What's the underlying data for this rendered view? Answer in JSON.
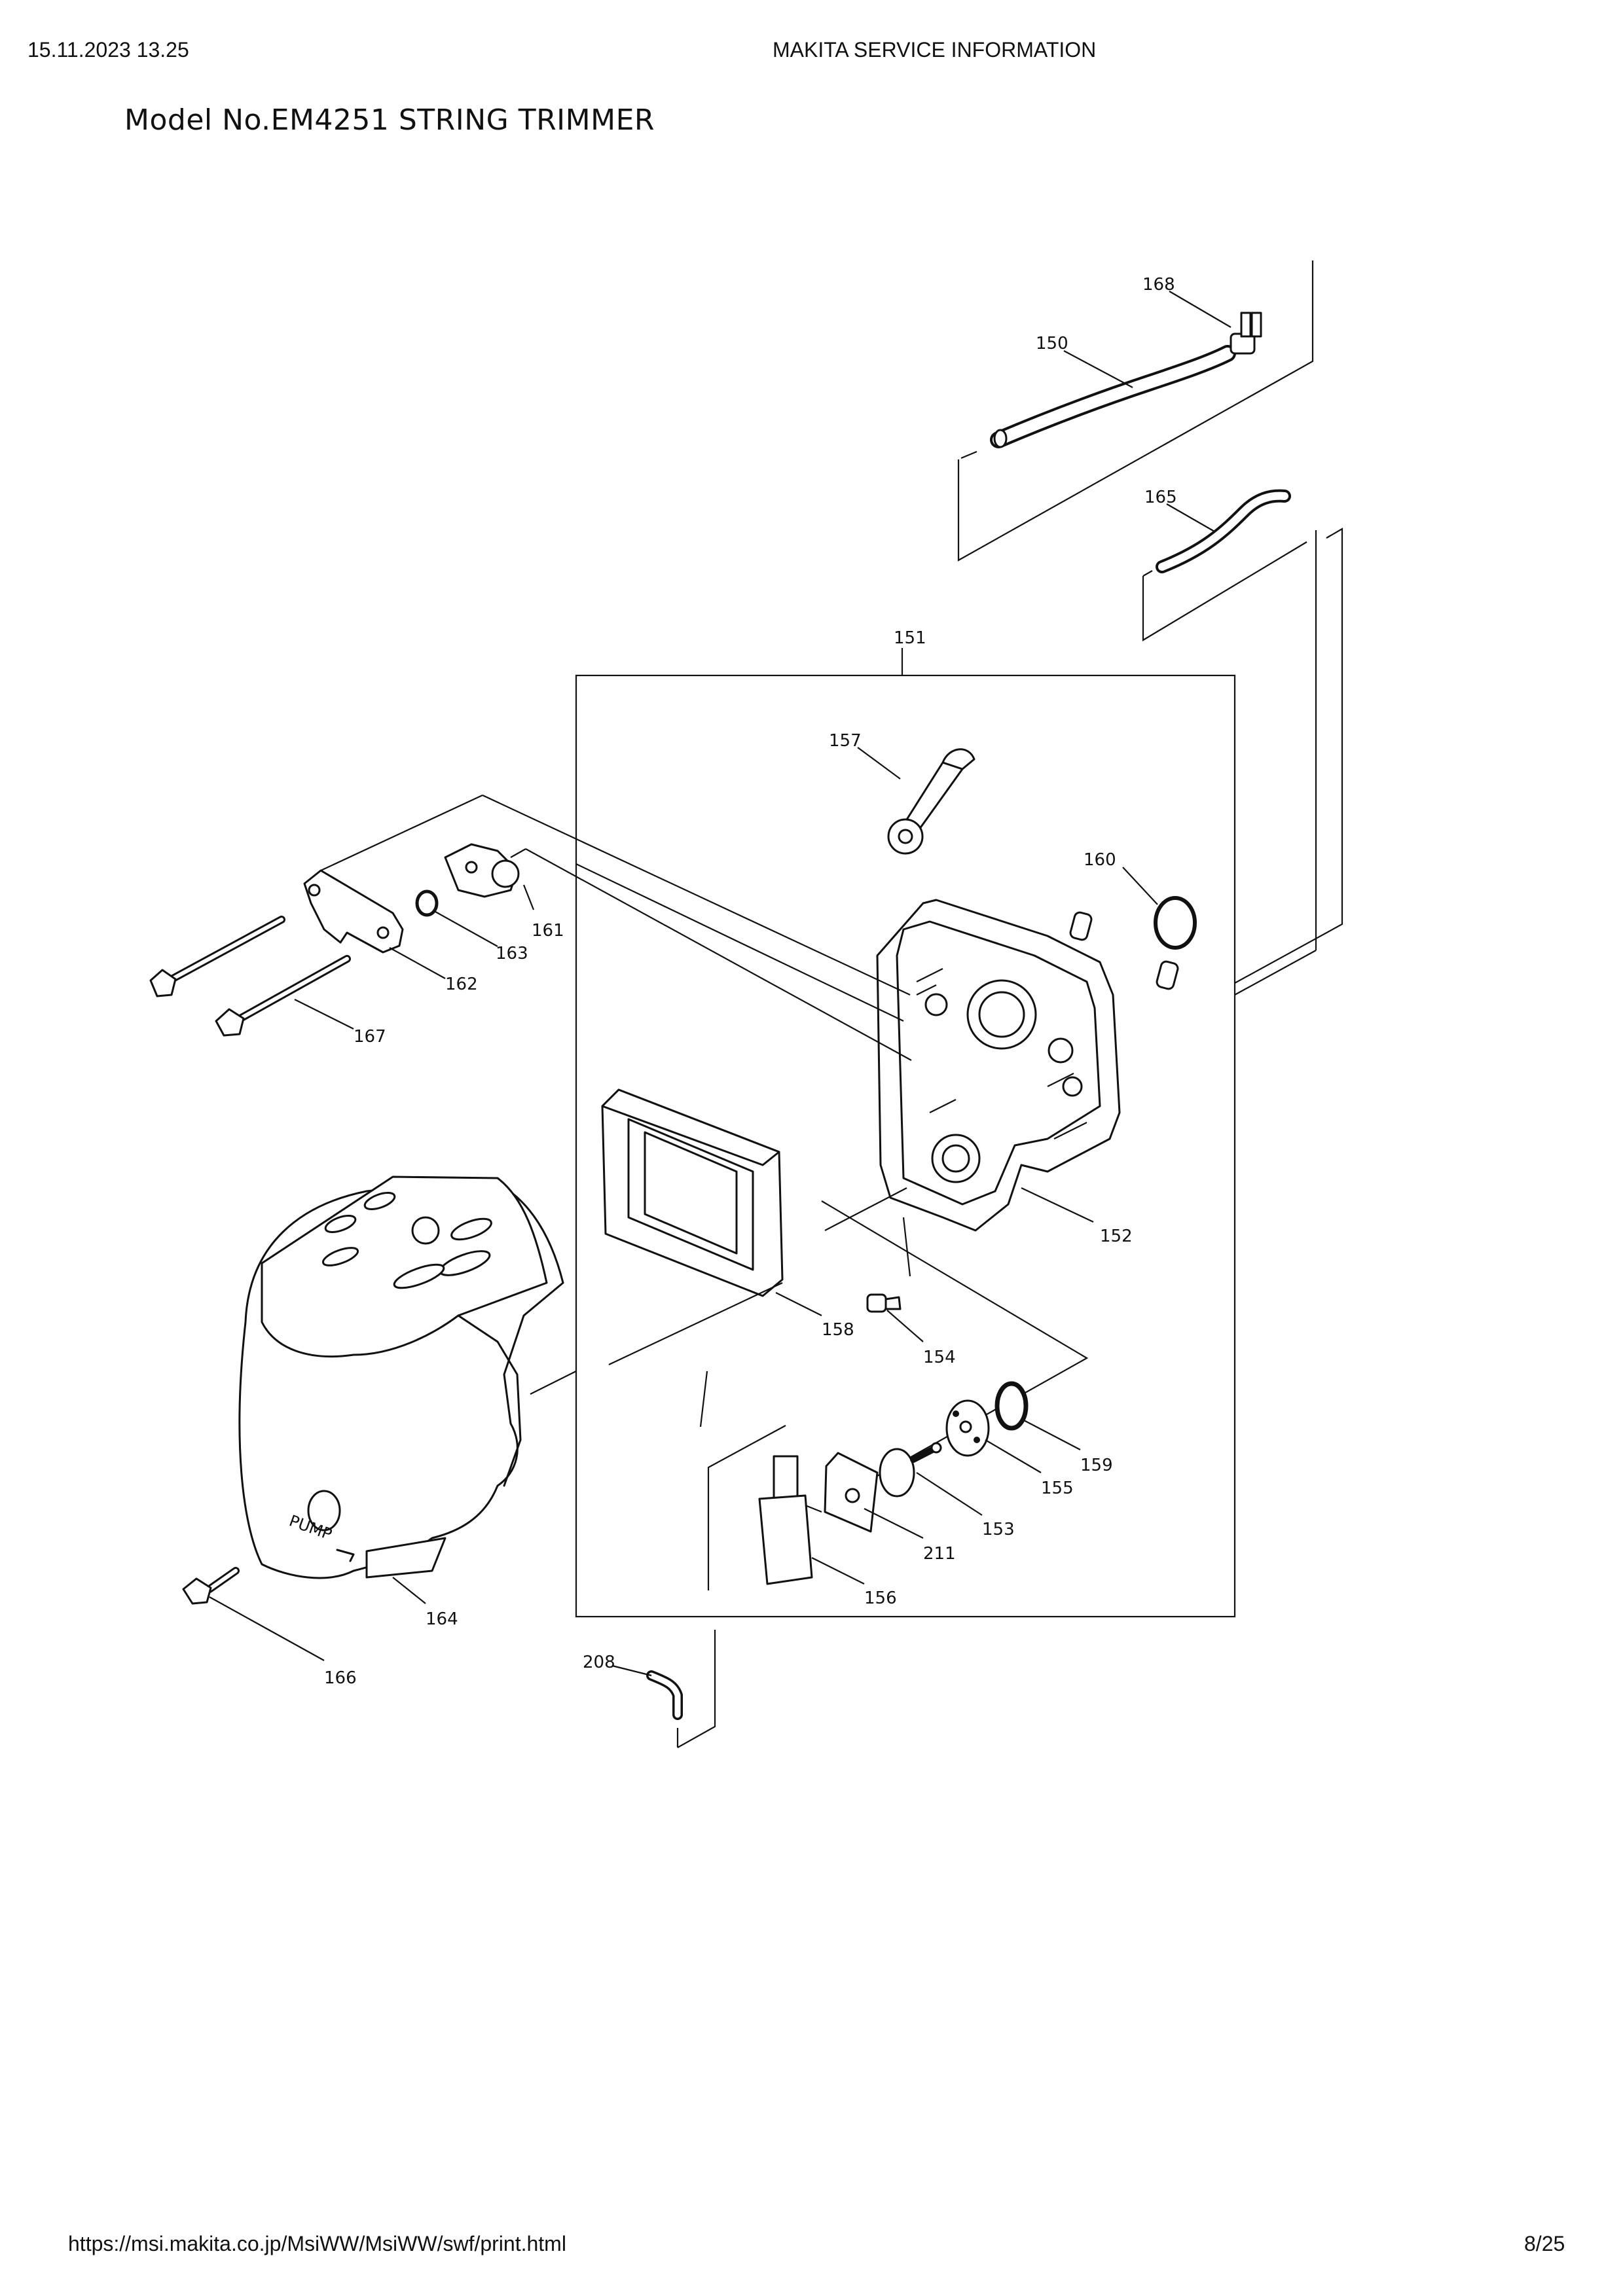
{
  "header": {
    "date": "15.11.2023 13.25",
    "title": "MAKITA SERVICE INFORMATION"
  },
  "model_title": "Model No.EM4251 STRING TRIMMER",
  "footer": {
    "url": "https://msi.makita.co.jp/MsiWW/MsiWW/swf/print.html",
    "page": "8/25"
  },
  "diagram": {
    "pump_label": "PUMP",
    "callouts": [
      "168",
      "150",
      "165",
      "151",
      "157",
      "160",
      "161",
      "163",
      "162",
      "167",
      "152",
      "158",
      "154",
      "159",
      "155",
      "153",
      "211",
      "156",
      "164",
      "166",
      "208"
    ]
  }
}
